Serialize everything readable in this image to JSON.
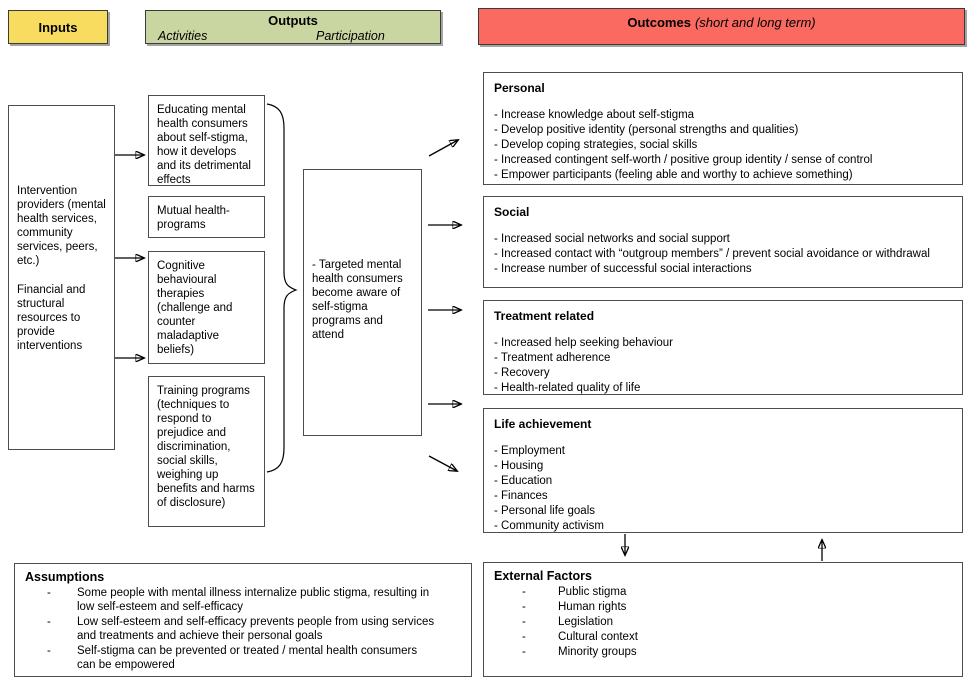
{
  "ui": {
    "dash": "-"
  },
  "headers": {
    "inputs": "Inputs",
    "outputs": {
      "title": "Outputs",
      "activities": "Activities",
      "participation": "Participation"
    },
    "outcomes": {
      "title": "Outcomes",
      "subtitle": "(short and long term)"
    }
  },
  "colors": {
    "inputs_bg": "#F8DC5F",
    "outputs_bg": "#CAD6A2",
    "outcomes_bg": "#FA6A61",
    "box_border": "#4d4d4d",
    "arrow": "#000000"
  },
  "inputs_box": {
    "para1": "Intervention providers (mental health services, community services, peers, etc.)",
    "para2": "Financial and structural resources to provide interventions"
  },
  "activities": [
    "Educating mental health consumers about self-stigma, how it develops and its detrimental effects",
    "Mutual health-programs",
    "Cognitive behavioural therapies (challenge and counter maladaptive beliefs)",
    "Training programs (techniques to respond to prejudice and discrimination, social skills, weighing up benefits and harms of disclosure)"
  ],
  "participation_box": "- Targeted mental health consumers become aware of self-stigma programs and attend",
  "outcomes": [
    {
      "title": "Personal",
      "items": [
        "- Increase knowledge about self-stigma",
        "- Develop positive identity (personal strengths and qualities)",
        "- Develop coping strategies, social skills",
        "- Increased contingent self-worth / positive group identity / sense of control",
        "- Empower participants (feeling able and worthy to achieve something)"
      ]
    },
    {
      "title": "Social",
      "items": [
        "- Increased social networks and social support",
        "- Increased contact with “outgroup members” / prevent social avoidance or withdrawal",
        "- Increase number of successful social interactions"
      ]
    },
    {
      "title": "Treatment related",
      "items": [
        "- Increased help seeking behaviour",
        "- Treatment adherence",
        "- Recovery",
        "- Health-related quality of life"
      ]
    },
    {
      "title": "Life achievement",
      "items": [
        "- Employment",
        "- Housing",
        "- Education",
        "- Finances",
        "- Personal life goals",
        "- Community activism"
      ]
    }
  ],
  "assumptions": {
    "title": "Assumptions",
    "items": [
      "Some people with mental illness internalize public stigma, resulting in low self-esteem and self-efficacy",
      "Low self-esteem and self-efficacy prevents people from using services and treatments and achieve their personal goals",
      "Self-stigma can be prevented or treated / mental health consumers can be empowered"
    ]
  },
  "external_factors": {
    "title": "External Factors",
    "items": [
      "Public stigma",
      "Human rights",
      "Legislation",
      "Cultural context",
      "Minority groups"
    ]
  }
}
